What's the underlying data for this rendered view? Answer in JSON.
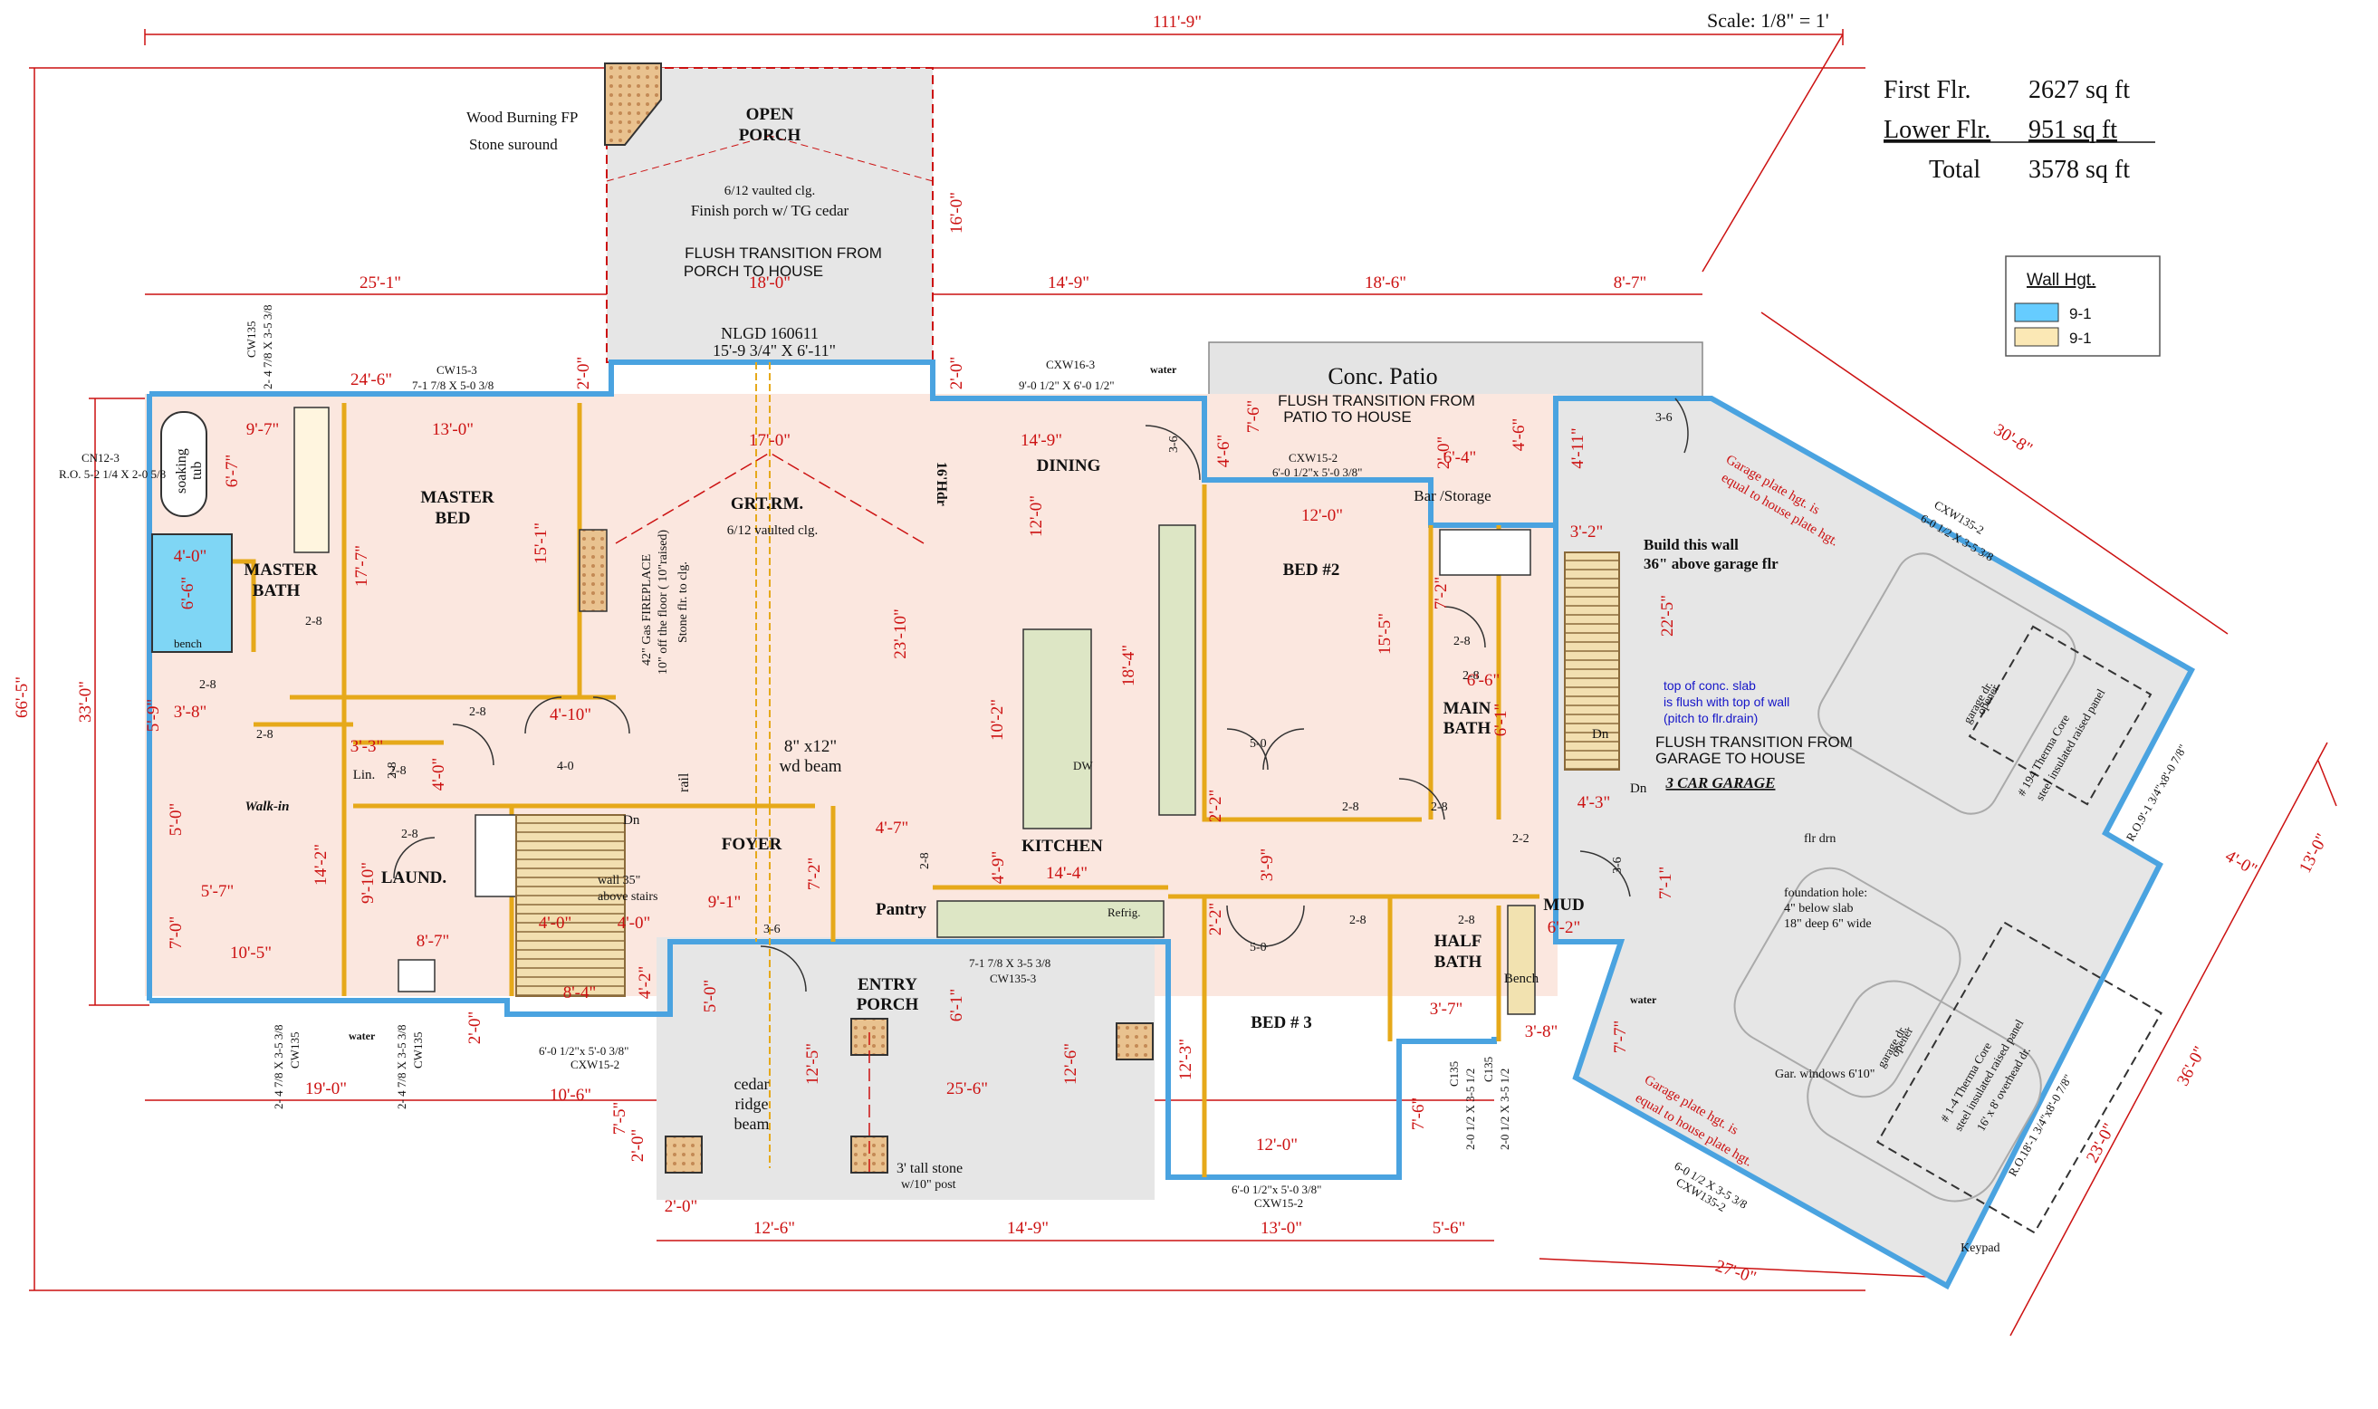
{
  "scale": "Scale:  1/8\" = 1'",
  "area_table": {
    "first_label": "First Flr.",
    "first_value": "2627  sq ft",
    "lower_label": "Lower Flr.",
    "lower_value": "951  sq ft",
    "total_label": "Total",
    "total_value": "3578  sq ft"
  },
  "legend": {
    "title": "Wall Hgt.",
    "item1": "9-1",
    "item2": "9-1",
    "color1": "#66ccff",
    "color2": "#fbe8b5"
  },
  "rooms": {
    "open_porch": [
      "OPEN",
      "PORCH"
    ],
    "open_porch_note1": "6/12 vaulted clg.",
    "open_porch_note2": "Finish porch w/ TG cedar",
    "open_porch_flush": [
      "FLUSH TRANSITION FROM",
      "PORCH TO HOUSE"
    ],
    "master_bed": [
      "MASTER",
      "BED"
    ],
    "master_bath": [
      "MASTER",
      "BATH"
    ],
    "grt_rm": "GRT.RM.",
    "grt_rm_note": "6/12 vaulted clg.",
    "dining": "DINING",
    "bed2": "BED #2",
    "bed3": "BED # 3",
    "main_bath": [
      "MAIN",
      "BATH"
    ],
    "half_bath": [
      "HALF",
      "BATH"
    ],
    "kitchen": "KITCHEN",
    "foyer": "FOYER",
    "pantry": "Pantry",
    "laund": "LAUND.",
    "mud": "MUD",
    "entry_porch": [
      "ENTRY",
      "PORCH"
    ],
    "garage": "3  CAR GARAGE",
    "patio": "Conc. Patio",
    "patio_flush": [
      "FLUSH TRANSITION FROM",
      "PATIO TO HOUSE"
    ],
    "bar": "Bar /Storage",
    "walkin": "Walk-in",
    "lin": "Lin.",
    "bench": "Bench"
  },
  "notes": {
    "fp_outdoor": [
      "Wood Burning FP",
      "Stone suround"
    ],
    "nlgd": [
      "NLGD 160611",
      "15'-9 3/4\" X 6'-11\""
    ],
    "gas_fp": [
      "42\" Gas FIREPLACE",
      "10\" off the floor ( 10\"raised)",
      "Stone flr. to clg."
    ],
    "beam": [
      "8\" x12\"",
      "wd beam"
    ],
    "hdr": "16'Hdr",
    "build_wall": [
      "Build this wall",
      "36\" above garage flr"
    ],
    "slab_blue": [
      "top of conc. slab",
      "is flush with top of wall",
      "(pitch to flr.drain)"
    ],
    "garage_flush": [
      "FLUSH TRANSITION FROM",
      "GARAGE TO HOUSE"
    ],
    "plate1": [
      "Garage plate hgt. is",
      "equal to house plate hgt."
    ],
    "plate2": [
      "Garage plate hgt. is",
      "equal to house plate hgt."
    ],
    "flr_drn": "flr drn",
    "foundation": [
      "foundation hole:",
      "4\" below slab",
      "18\" deep 6\" wide"
    ],
    "gar_windows": "Gar. windows 6'10\"",
    "keypad": "Keypad",
    "stair_wall": [
      "wall 35\"",
      "above stairs"
    ],
    "rail": "rail",
    "dn1": "Dn",
    "dn2": "Dn",
    "dn3": "Dn",
    "cedar_beam": [
      "cedar",
      "ridge",
      "beam"
    ],
    "stone_post": [
      "3' tall stone",
      "w/10\" post"
    ],
    "soaking": [
      "soaking",
      "tub"
    ],
    "bench_mb": "bench",
    "refrig": "Refrig.",
    "dw": "DW",
    "water1": "water",
    "water2": "water",
    "water3": "water",
    "opener1": [
      "garage dr.",
      "opener"
    ],
    "opener2": [
      "garage dr.",
      "opener"
    ],
    "door1": [
      "# 194 Therma Core",
      "steel insulated raised panel",
      "R.O.9'-1 3/4\"x8'-0 7/8\""
    ],
    "door2": [
      "# 1-4 Therma Core",
      "steel insulated raised panel",
      "16' x 8' overhead dr.",
      "R.O.18'-1 3/4\"x8'-0 7/8\""
    ]
  },
  "windows": {
    "cw15_3": [
      "CW15-3",
      "7-1 7/8 X 5-0 3/8"
    ],
    "cxw16_3": [
      "CXW16-3",
      "9'-0 1/2\" X 6'-0 1/2\""
    ],
    "cxw15_2a": [
      "CXW15-2",
      "6'-0 1/2\"x 5'-0 3/8\""
    ],
    "cxw135_2": [
      "CXW135-2",
      "6-0 1/2 X 3-5 3/8"
    ],
    "cw135_a": [
      "CW135",
      "2- 4 7/8 X 3-5 3/8"
    ],
    "cn12_3": [
      "CN12-3",
      "R.O. 5-2 1/4 X 2-0 5/8"
    ],
    "cw135_b": [
      "2- 4 7/8 X 3-5 3/8",
      "CW135"
    ],
    "cw135_c": [
      "2- 4 7/8 X 3-5 3/8",
      "CW135"
    ],
    "cxw15_2b": [
      "6'-0 1/2\"x 5'-0 3/8\"",
      "CXW15-2"
    ],
    "cw135_3": [
      "7-1 7/8 X 3-5 3/8",
      "CW135-3"
    ],
    "cxw15_2c": [
      "6'-0 1/2\"x 5'-0 3/8\"",
      "CXW15-2"
    ],
    "c135": [
      "C135",
      "2-0 1/2 X 3-5 1/2"
    ],
    "c135b": [
      "C135",
      "2-0 1/2 X 3-5 1/2"
    ],
    "cxw135_2b": [
      "6-0 1/2 X 3-5 3/8",
      "CXW135-2"
    ]
  },
  "doors": [
    "2-8",
    "2-8",
    "2-8",
    "2-8",
    "2-8",
    "4-0",
    "2-8",
    "2-8",
    "3-6",
    "3-6",
    "5-0",
    "5-0",
    "2-8",
    "2-8",
    "2-8",
    "2-8",
    "2-2",
    "3-6",
    "3-6",
    "2-8",
    "2-8",
    "2-8"
  ],
  "dims": {
    "overall_w": "111'-9\"",
    "overall_h": "66'-5\"",
    "left_h": "33'-0\"",
    "d25_1": "25'-1\"",
    "d18_0": "18'-0\"",
    "d14_9": "14'-9\"",
    "d18_6": "18'-6\"",
    "d8_7": "8'-7\"",
    "d16_0": "16'-0\"",
    "d24_6": "24'-6\"",
    "d2_0a": "2'-0\"",
    "d2_0b": "2'-0\"",
    "d9_7": "9'-7\"",
    "d13_0": "13'-0\"",
    "d17_0": "17'-0\"",
    "d14_9b": "14'-9\"",
    "d6_7": "6'-7\"",
    "d17_7": "17'-7\"",
    "d15_1": "15'-1\"",
    "d23_10": "23'-10\"",
    "d12_0": "12'-0\"",
    "d4_6a": "4'-6\"",
    "d7_6": "7'-6\"",
    "d2_0c": "2'-0\"",
    "d6_4": "6'-4\"",
    "d4_6b": "4'-6\"",
    "d4_11": "4'-11\"",
    "d3_2": "3'-2\"",
    "d12_0b": "12'-0\"",
    "d4_0": "4'-0\"",
    "d6_6": "6'-6\"",
    "d3_8": "3'-8\"",
    "d4_10": "4'-10\"",
    "d18_4": "18'-4\"",
    "d15_5": "15'-5\"",
    "d7_2": "7'-2\"",
    "d22_5": "22'-5\"",
    "d10_2": "10'-2\"",
    "d4_0b": "4'-0\"",
    "d6_1": "6'-1\"",
    "d5_9": "5'-9\"",
    "d3_3": "3'-3\"",
    "d4_3": "4'-3\"",
    "d5_0": "5'-0\"",
    "d5_7": "5'-7\"",
    "d14_2": "14'-2\"",
    "d7_0": "7'-0\"",
    "d10_5": "10'-5\"",
    "d9_10": "9'-10\"",
    "d8_7b": "8'-7\"",
    "d4_0c": "4'-0\"",
    "d4_0d": "4'-0\"",
    "d8_4": "8'-4\"",
    "d4_2": "4'-2\"",
    "d9_1": "9'-1\"",
    "d7_2b": "7'-2\"",
    "d4_7": "4'-7\"",
    "d4_9": "4'-9\"",
    "d14_4": "14'-4\"",
    "d3_9": "3'-9\"",
    "d2_2a": "2'-2\"",
    "d2_2b": "2'-2\"",
    "d7_1": "7'-1\"",
    "d6_2": "6'-2\"",
    "d3_7": "3'-7\"",
    "d3_8b": "3'-8\"",
    "d7_7": "7'-7\"",
    "d5_0b": "5'-0\"",
    "d6_1b": "6'-1\"",
    "d12_5": "12'-5\"",
    "d25_6": "25'-6\"",
    "d12_6": "12'-6\"",
    "d12_3": "12'-3\"",
    "d12_0c": "12'-0\"",
    "d2_0d": "2'-0\"",
    "d19_0": "19'-0\"",
    "d10_6": "10'-6\"",
    "d7_5": "7'-5\"",
    "d2_0e": "2'-0\"",
    "d2_0f": "2'-0\"",
    "d12_6b": "12'-6\"",
    "d14_9c": "14'-9\"",
    "d13_0b": "13'-0\"",
    "d5_6": "5'-6\"",
    "d7_6b": "7'-6\"",
    "d30_8": "30'-8\"",
    "d27_0": "27'-0\"",
    "d36_0": "36'-0\"",
    "d23_0": "23'-0\"",
    "d13_0c": "13'-0\"",
    "d4_0e": "4'-0\""
  }
}
